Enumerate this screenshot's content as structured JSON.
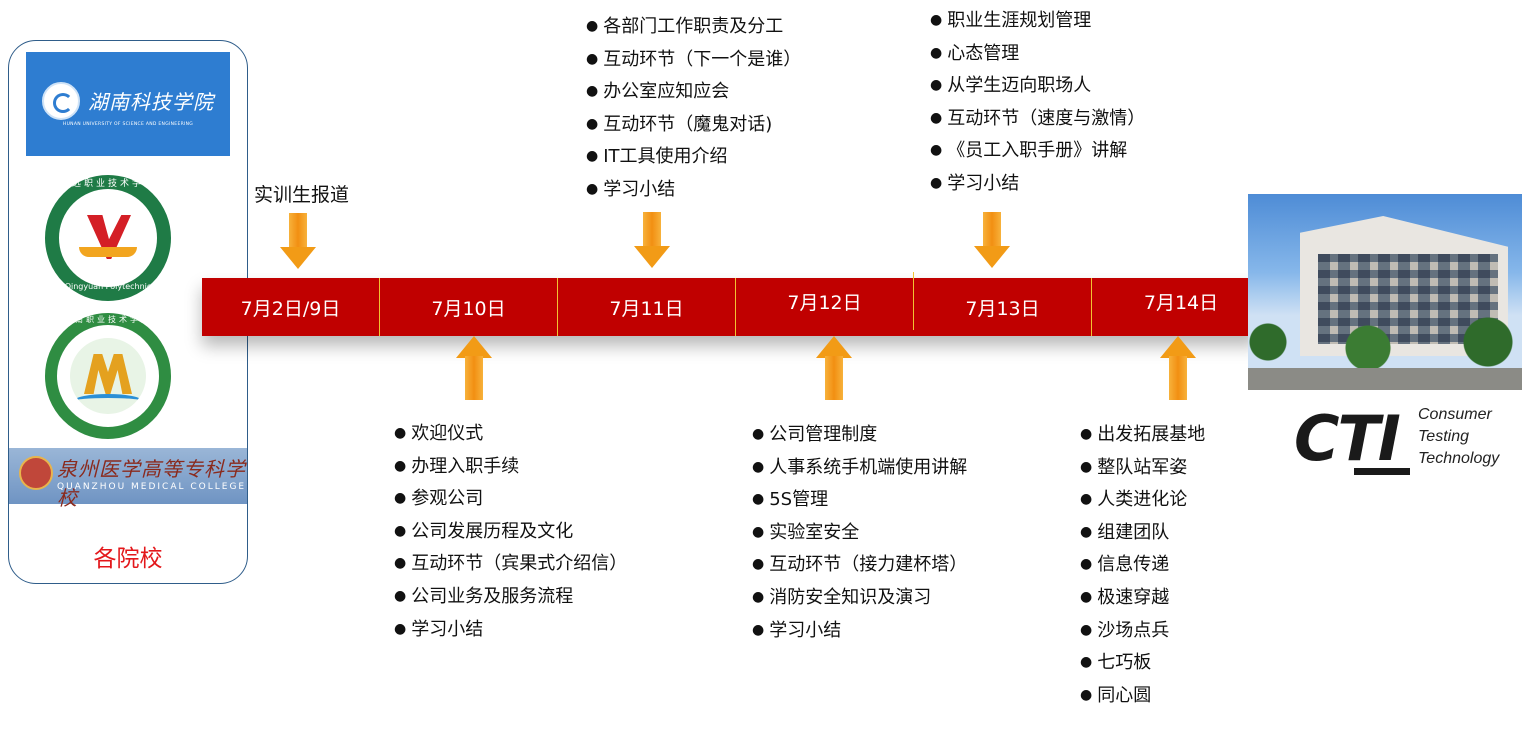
{
  "schools": {
    "label": "各院校",
    "logos": [
      {
        "name_cn": "湖南科技学院",
        "name_en": "HUNAN UNIVERSITY OF SCIENCE AND ENGINEERING"
      },
      {
        "name_cn": "清远职业技术学院",
        "name_en": "Qingyuan Polytechnic"
      },
      {
        "name_cn": "湖南职业技术学院"
      },
      {
        "name_cn": "泉州医学高等专科学校",
        "name_en": "QUANZHOU MEDICAL COLLEGE"
      }
    ]
  },
  "report_label": "实训生报道",
  "timeline": {
    "dates": [
      "7月2日/9日",
      "7月10日",
      "7月11日",
      "7月12日",
      "7月13日",
      "7月14日"
    ]
  },
  "agenda": {
    "jul10": [
      "欢迎仪式",
      "办理入职手续",
      "参观公司",
      "公司发展历程及文化",
      "互动环节（宾果式介绍信）",
      "公司业务及服务流程",
      "学习小结"
    ],
    "jul11": [
      "各部门工作职责及分工",
      "互动环节（下一个是谁）",
      "办公室应知应会",
      "互动环节（魔鬼对话)",
      "IT工具使用介绍",
      "学习小结"
    ],
    "jul12": [
      "公司管理制度",
      "人事系统手机端使用讲解",
      "5S管理",
      "实验室安全",
      "互动环节（接力建杯塔）",
      "消防安全知识及演习",
      "学习小结"
    ],
    "jul13": [
      "职业生涯规划管理",
      "心态管理",
      "从学生迈向职场人",
      "互动环节（速度与激情）",
      "《员工入职手册》讲解",
      "学习小结"
    ],
    "jul14": [
      "出发拓展基地",
      "整队站军姿",
      "人类进化论",
      "组建团队",
      "信息传递",
      "极速穿越",
      "沙场点兵",
      "七巧板",
      "同心圆"
    ]
  },
  "company": {
    "logo_mark": "CTI",
    "logo_words": [
      "Consumer",
      "Testing",
      "Technology"
    ]
  },
  "colors": {
    "timeline": "#c00000",
    "arrow": "#f29b16",
    "divider": "#f1c232",
    "school_label": "#e3171b",
    "panel_border": "#2f5d8a"
  }
}
